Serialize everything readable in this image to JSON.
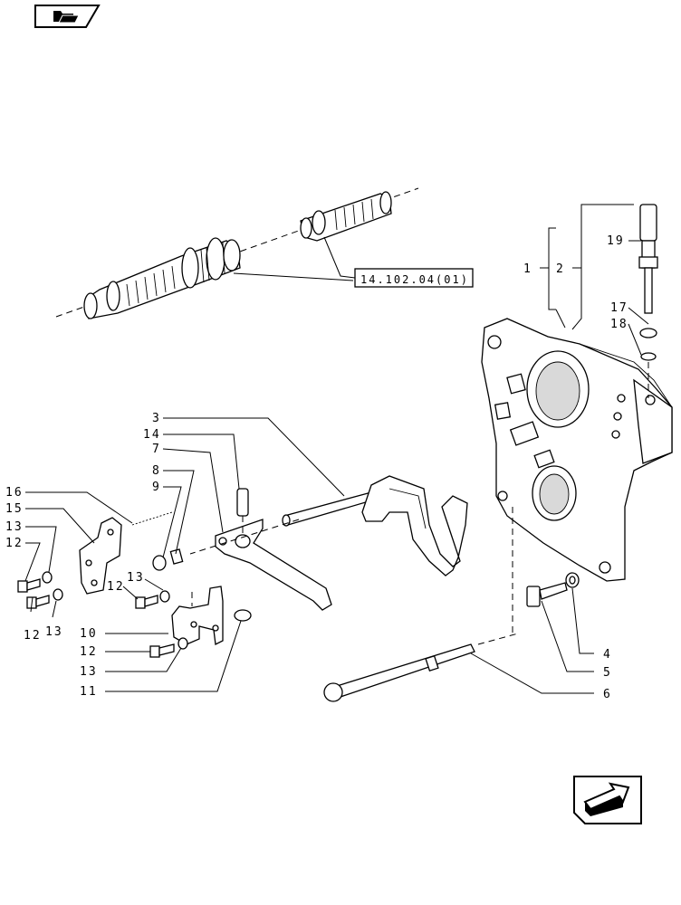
{
  "navigation": {
    "prev_icon": "folder-back-icon",
    "next_icon": "arrow-next-icon"
  },
  "reference": {
    "label": "14.102.04(01)"
  },
  "callouts": [
    {
      "id": "c1",
      "text": "1"
    },
    {
      "id": "c2",
      "text": "2"
    },
    {
      "id": "c3",
      "text": "3"
    },
    {
      "id": "c4",
      "text": "4"
    },
    {
      "id": "c5",
      "text": "5"
    },
    {
      "id": "c6",
      "text": "6"
    },
    {
      "id": "c7",
      "text": "7"
    },
    {
      "id": "c8",
      "text": "8"
    },
    {
      "id": "c9",
      "text": "9"
    },
    {
      "id": "c10",
      "text": "10"
    },
    {
      "id": "c11",
      "text": "11"
    },
    {
      "id": "c12a",
      "text": "12"
    },
    {
      "id": "c12b",
      "text": "12"
    },
    {
      "id": "c12c",
      "text": "12"
    },
    {
      "id": "c12d",
      "text": "12"
    },
    {
      "id": "c13a",
      "text": "13"
    },
    {
      "id": "c13b",
      "text": "13"
    },
    {
      "id": "c13c",
      "text": "13"
    },
    {
      "id": "c13d",
      "text": "13"
    },
    {
      "id": "c14",
      "text": "14"
    },
    {
      "id": "c15",
      "text": "15"
    },
    {
      "id": "c16",
      "text": "16"
    },
    {
      "id": "c17",
      "text": "17"
    },
    {
      "id": "c18",
      "text": "18"
    },
    {
      "id": "c19",
      "text": "19"
    }
  ]
}
